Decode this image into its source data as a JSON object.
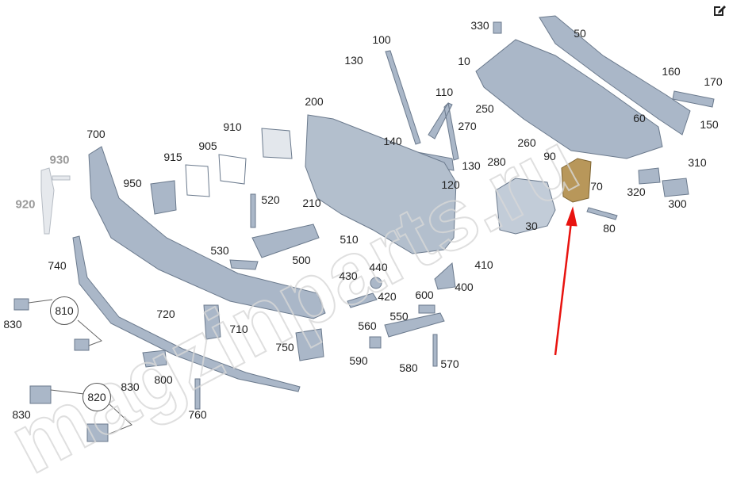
{
  "toolbar": {
    "edit_icon": "edit-icon"
  },
  "watermark": "magzinparts.ru",
  "colors": {
    "part_fill": "#aab7c8",
    "part_stroke": "#6b7a8d",
    "highlight_part": "#b8975a",
    "arrow": "#e8130f"
  },
  "highlighted_part": "70",
  "labels": [
    "330",
    "50",
    "100",
    "130",
    "10",
    "160",
    "170",
    "200",
    "110",
    "250",
    "60",
    "150",
    "700",
    "910",
    "270",
    "915",
    "905",
    "140",
    "260",
    "130",
    "280",
    "90",
    "310",
    "930",
    "120",
    "70",
    "320",
    "950",
    "520",
    "210",
    "300",
    "920",
    "30",
    "80",
    "530",
    "510",
    "500",
    "410",
    "740",
    "440",
    "430",
    "400",
    "420",
    "600",
    "810",
    "720",
    "550",
    "710",
    "560",
    "830",
    "750",
    "590",
    "580",
    "570",
    "830",
    "800",
    "820",
    "830",
    "760"
  ]
}
